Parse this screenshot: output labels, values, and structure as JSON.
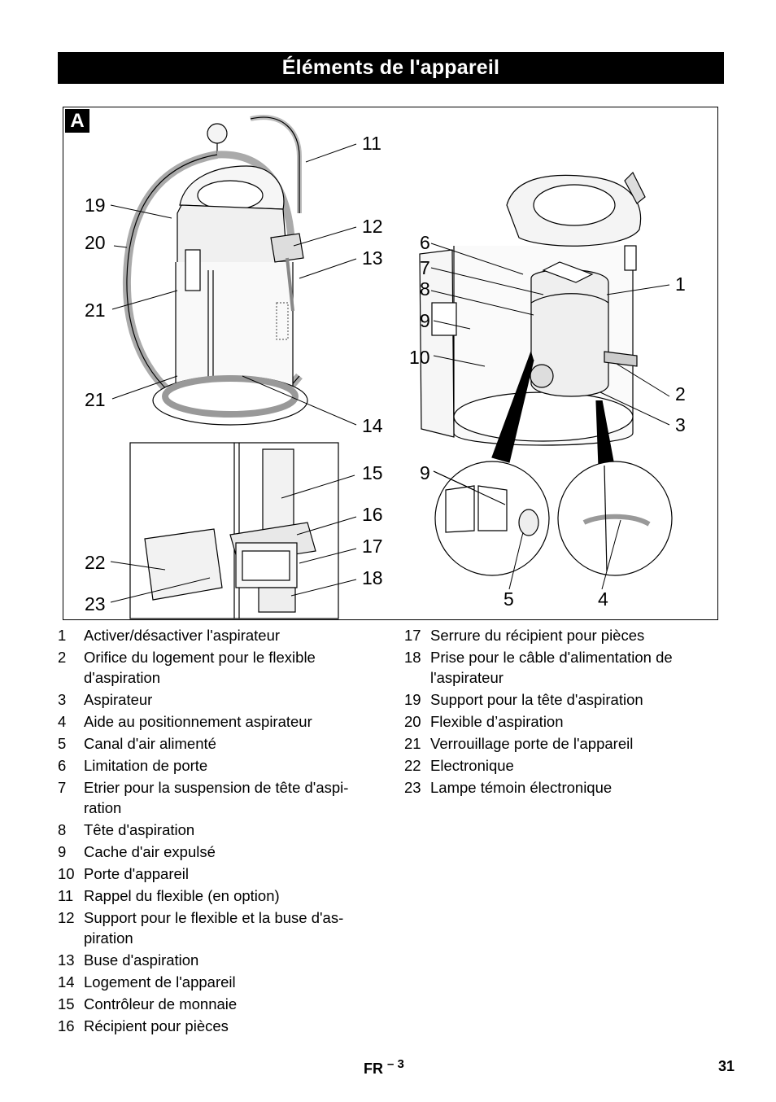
{
  "header": {
    "title": "Éléments de l'appareil"
  },
  "figure": {
    "badge": "A",
    "callouts": [
      "11",
      "19",
      "12",
      "20",
      "13",
      "21",
      "21",
      "14",
      "6",
      "7",
      "8",
      "1",
      "9",
      "10",
      "2",
      "3",
      "15",
      "16",
      "22",
      "17",
      "18",
      "23",
      "9",
      "5",
      "4"
    ]
  },
  "legend": {
    "left": [
      {
        "num": "1",
        "text": "Activer/désactiver l'aspirateur"
      },
      {
        "num": "2",
        "text": "Orifice du logement pour le flexible d'aspiration"
      },
      {
        "num": "3",
        "text": "Aspirateur"
      },
      {
        "num": "4",
        "text": "Aide au positionnement aspirateur"
      },
      {
        "num": "5",
        "text": "Canal d'air alimenté"
      },
      {
        "num": "6",
        "text": "Limitation de porte"
      },
      {
        "num": "7",
        "text": "Etrier pour la suspension de tête d'aspi-ration"
      },
      {
        "num": "8",
        "text": "Tête d'aspiration"
      },
      {
        "num": "9",
        "text": "Cache d'air expulsé"
      },
      {
        "num": "10",
        "text": "Porte d'appareil"
      },
      {
        "num": "11",
        "text": "Rappel du flexible (en option)"
      },
      {
        "num": "12",
        "text": "Support pour le flexible et la buse d'as-piration"
      },
      {
        "num": "13",
        "text": "Buse d'aspiration"
      },
      {
        "num": "14",
        "text": "Logement de l'appareil"
      },
      {
        "num": "15",
        "text": "Contrôleur de monnaie"
      },
      {
        "num": "16",
        "text": "Récipient pour pièces"
      }
    ],
    "right": [
      {
        "num": "17",
        "text": "Serrure du récipient pour pièces"
      },
      {
        "num": "18",
        "text": "Prise pour le câble d'alimentation de l'aspirateur"
      },
      {
        "num": "19",
        "text": "Support pour la tête d'aspiration"
      },
      {
        "num": "20",
        "text": "Flexible d’aspiration"
      },
      {
        "num": "21",
        "text": "Verrouillage porte de l'appareil"
      },
      {
        "num": "22",
        "text": "Electronique"
      },
      {
        "num": "23",
        "text": "Lampe témoin électronique"
      }
    ]
  },
  "footer": {
    "lang": "FR",
    "sub": "– 3",
    "page": "31"
  }
}
